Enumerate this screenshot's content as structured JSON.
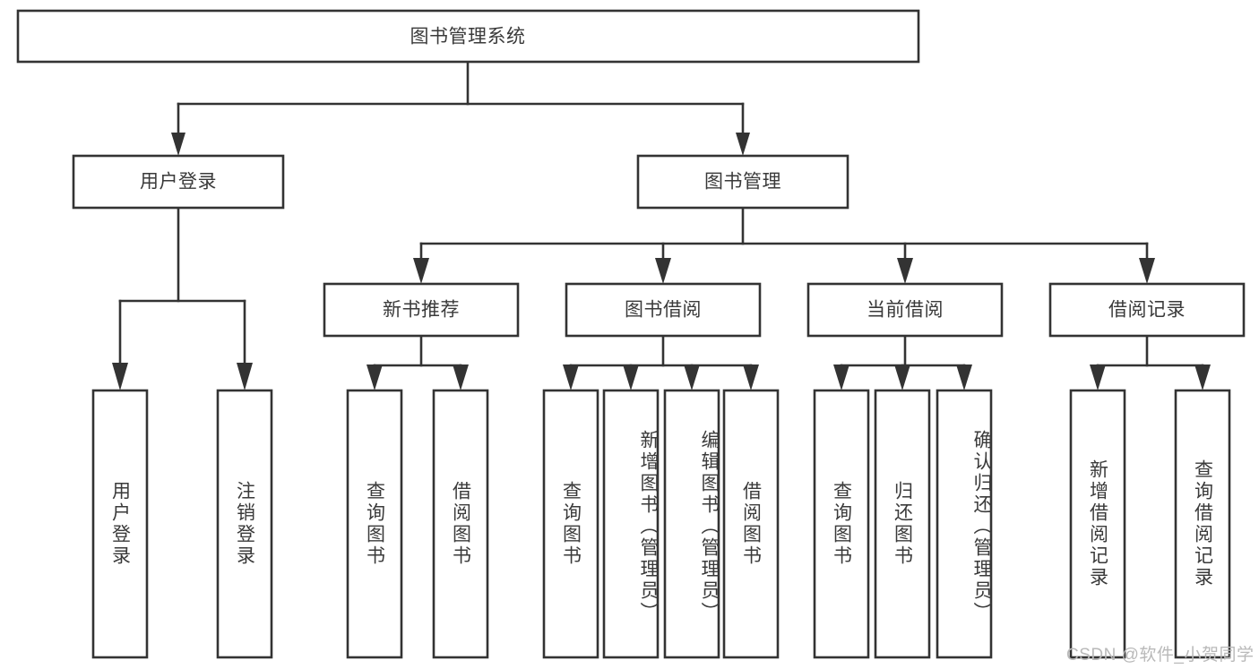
{
  "diagram": {
    "title": "图书管理系统",
    "type": "tree-hierarchy",
    "root": {
      "id": "root",
      "label": "图书管理系统",
      "orientation": "horizontal"
    },
    "level2": [
      {
        "id": "user-login",
        "label": "用户登录",
        "orientation": "horizontal"
      },
      {
        "id": "book-manage",
        "label": "图书管理",
        "orientation": "horizontal"
      }
    ],
    "level3": [
      {
        "id": "new-book-recommend",
        "label": "新书推荐",
        "orientation": "horizontal",
        "parent": "book-manage"
      },
      {
        "id": "book-borrow",
        "label": "图书借阅",
        "orientation": "horizontal",
        "parent": "book-manage"
      },
      {
        "id": "current-borrow",
        "label": "当前借阅",
        "orientation": "horizontal",
        "parent": "book-manage"
      },
      {
        "id": "borrow-record",
        "label": "借阅记录",
        "orientation": "horizontal",
        "parent": "book-manage"
      }
    ],
    "leaves": [
      {
        "id": "leaf-user-login",
        "label": "用户登录",
        "orientation": "vertical",
        "parent": "user-login"
      },
      {
        "id": "leaf-user-logout",
        "label": "注销登录",
        "orientation": "vertical",
        "parent": "user-login"
      },
      {
        "id": "leaf-query-book-1",
        "label": "查询图书",
        "orientation": "vertical",
        "parent": "new-book-recommend"
      },
      {
        "id": "leaf-borrow-book-1",
        "label": "借阅图书",
        "orientation": "vertical",
        "parent": "new-book-recommend"
      },
      {
        "id": "leaf-query-book-2",
        "label": "查询图书",
        "orientation": "vertical",
        "parent": "book-borrow"
      },
      {
        "id": "leaf-add-book",
        "label": "新增图书（管理员）",
        "orientation": "vertical",
        "parent": "book-borrow"
      },
      {
        "id": "leaf-edit-book",
        "label": "编辑图书（管理员）",
        "orientation": "vertical",
        "parent": "book-borrow"
      },
      {
        "id": "leaf-borrow-book-2",
        "label": "借阅图书",
        "orientation": "vertical",
        "parent": "book-borrow"
      },
      {
        "id": "leaf-query-book-3",
        "label": "查询图书",
        "orientation": "vertical",
        "parent": "current-borrow"
      },
      {
        "id": "leaf-return-book",
        "label": "归还图书",
        "orientation": "vertical",
        "parent": "current-borrow"
      },
      {
        "id": "leaf-confirm-return",
        "label": "确认归还（管理员）",
        "orientation": "vertical",
        "parent": "current-borrow"
      },
      {
        "id": "leaf-add-record",
        "label": "新增借阅记录",
        "orientation": "vertical",
        "parent": "borrow-record"
      },
      {
        "id": "leaf-query-record",
        "label": "查询借阅记录",
        "orientation": "vertical",
        "parent": "borrow-record"
      }
    ],
    "colors": {
      "background": "#ffffff",
      "box_fill": "#ffffff",
      "box_stroke": "#333333",
      "text": "#3a3a3a",
      "watermark": "#b9b9b9"
    }
  },
  "watermark": {
    "text": "CSDN @软件_小贺同学"
  }
}
